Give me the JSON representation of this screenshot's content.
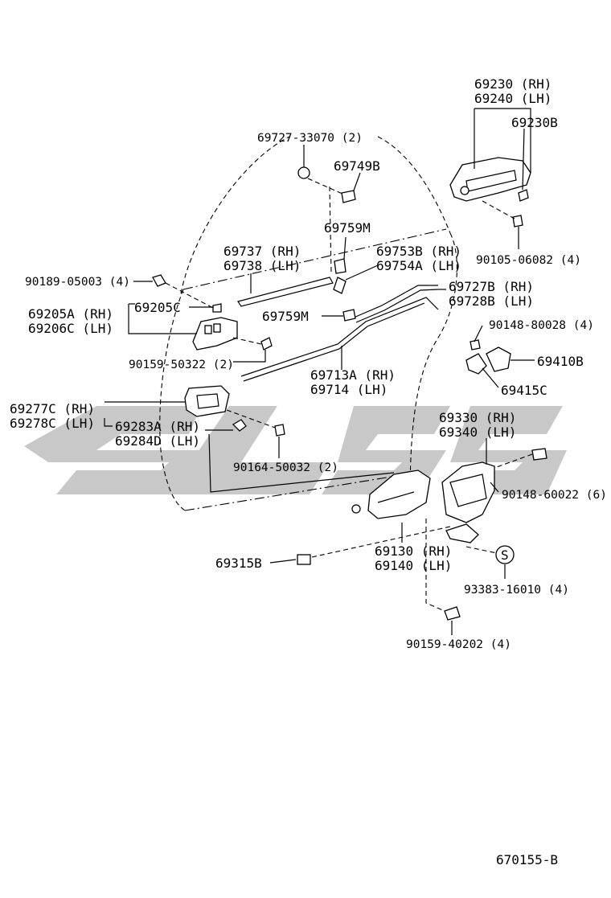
{
  "diagram": {
    "figure_code": "670155-B",
    "labels": {
      "p69727_33070": "69727-33070 (2)",
      "p69749B": "69749B",
      "p69759M_top": "69759M",
      "p69737": "69737 (RH)",
      "p69738": "69738 (LH)",
      "p69753B": "69753B (RH)",
      "p69754A": "69754A (LH)",
      "p90189": "90189-05003 (4)",
      "p69205C": "69205C",
      "p69205A": "69205A (RH)",
      "p69206C": "69206C (LH)",
      "p69759M_mid": "69759M",
      "p69727B": "69727B (RH)",
      "p69728B": "69728B (LH)",
      "p90159_50322": "90159-50322 (2)",
      "p69713A": "69713A (RH)",
      "p69714": "69714  (LH)",
      "p69277C": "69277C (RH)",
      "p69278C": "69278C (LH)",
      "p69283A": "69283A (RH)",
      "p69284D": "69284D (LH)",
      "p90164": "90164-50032 (2)",
      "p69230": "69230 (RH)",
      "p69240": "69240 (LH)",
      "p69230B": "69230B",
      "p90105": "90105-06082 (4)",
      "p90148_80028": "90148-80028 (4)",
      "p69410B": "69410B",
      "p69415C": "69415C",
      "p69330": "69330 (RH)",
      "p69340": "69340 (LH)",
      "p90148_60022": "90148-60022 (6)",
      "p69315B": "69315B",
      "p69130": "69130 (RH)",
      "p69140": "69140 (LH)",
      "s_mark": "S",
      "p93383": "93383-16010 (4)",
      "p90159_40202": "90159-40202 (4)"
    }
  }
}
